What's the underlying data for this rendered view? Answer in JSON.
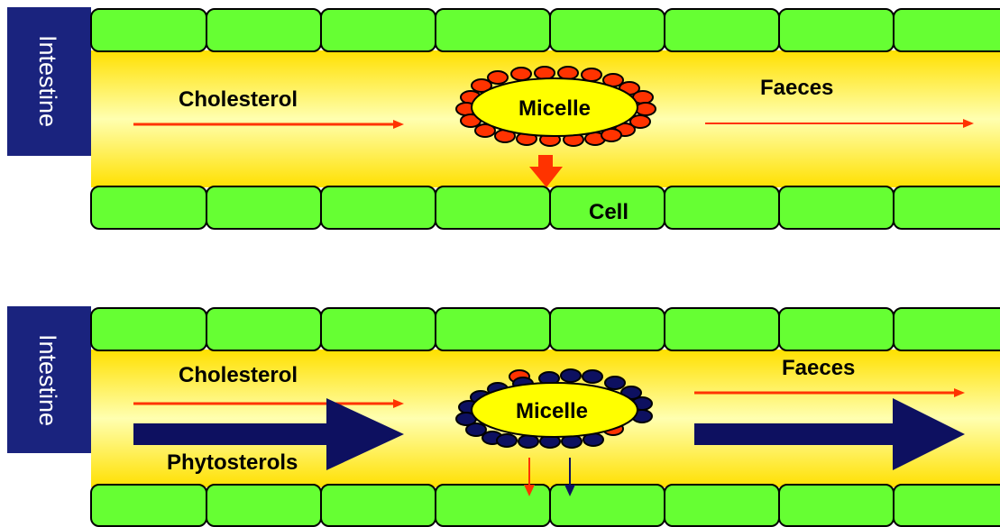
{
  "colors": {
    "cell_fill": "#66ff33",
    "lumen_center": "#ffffa8",
    "lumen_edge": "#ffe000",
    "side_panel": "#1a237e",
    "cholesterol": "#ff3300",
    "phytosterol": "#0d1060",
    "micelle_core": "#ffff00"
  },
  "top_panel": {
    "side_label": "Intestine",
    "cholesterol_label": "Cholesterol",
    "micelle_label": "Micelle",
    "faeces_label": "Faeces",
    "cell_label": "Cell"
  },
  "bottom_panel": {
    "side_label": "Intestine",
    "cholesterol_label": "Cholesterol",
    "phytosterols_label": "Phytosterols",
    "micelle_label": "Micelle",
    "faeces_label": "Faeces"
  }
}
